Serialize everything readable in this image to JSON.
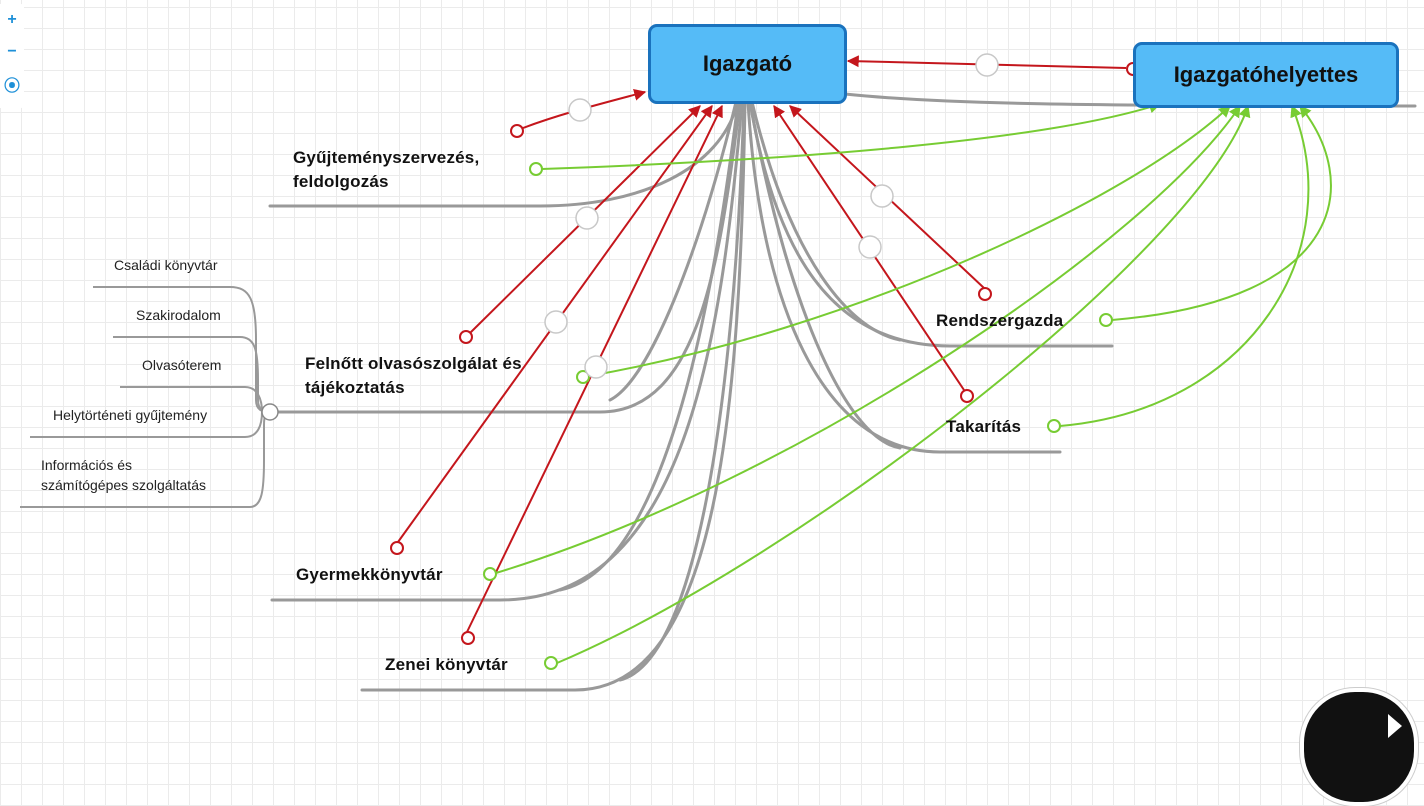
{
  "nodes": {
    "director": "Igazgató",
    "deputy": "Igazgatóhelyettes",
    "collection": [
      "Gyűjteményszervezés,",
      "feldolgozás"
    ],
    "adult_service": [
      "Felnőtt olvasószolgálat és",
      "tájékoztatás"
    ],
    "children": "Gyermekkönyvtár",
    "music": "Zenei könyvtár",
    "sysadmin": "Rendszergazda",
    "cleaning": "Takarítás"
  },
  "sub_nodes": {
    "family": "Családi könyvtár",
    "special": "Szakirodalom",
    "reading_room": "Olvasóterem",
    "local_history": "Helytörténeti gyűjtemény",
    "info_it": [
      "Információs és",
      "számítógépes szolgáltatás"
    ]
  },
  "colors": {
    "box_fill": "#55bbf7",
    "box_border": "#1a72bd",
    "red_link": "#c4161c",
    "green_link": "#77cc33",
    "tree_line": "#999999"
  },
  "zoom": {
    "in_icon": "plus-icon",
    "out_icon": "minus-icon",
    "center_icon": "target-icon"
  }
}
